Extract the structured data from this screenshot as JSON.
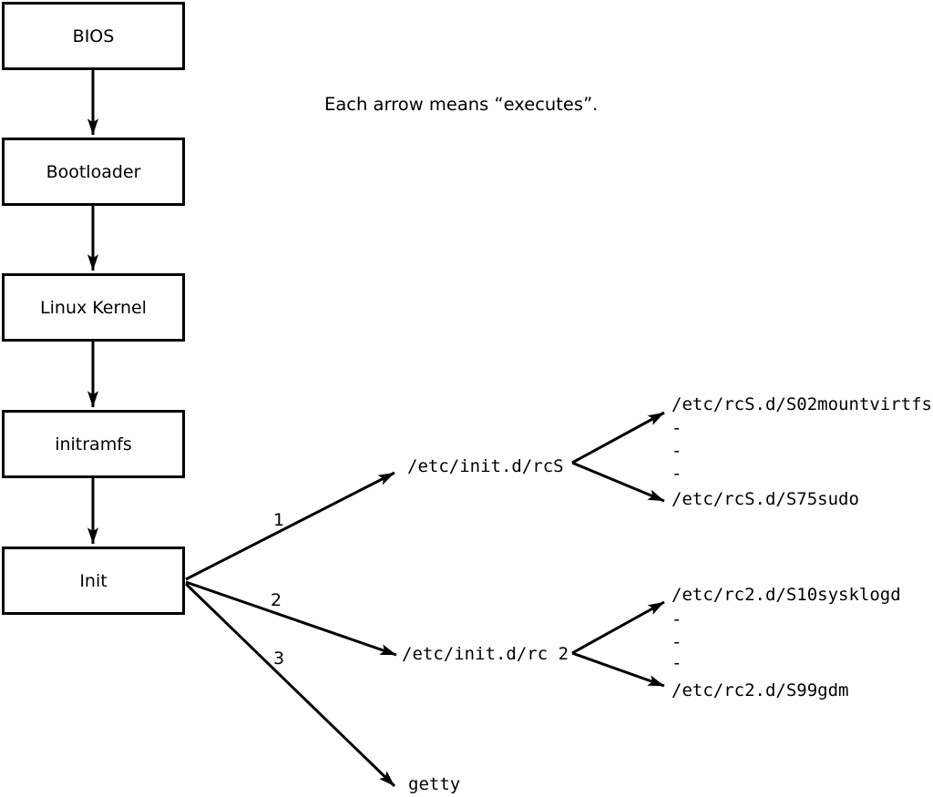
{
  "diagram": {
    "caption": "Each arrow means “executes”.",
    "boot_chain": [
      "BIOS",
      "Bootloader",
      "Linux Kernel",
      "initramfs",
      "Init"
    ],
    "arrow_labels": [
      "1",
      "2",
      "3"
    ],
    "targets": {
      "rcS_script": "/etc/init.d/rcS",
      "rc2_script": "/etc/init.d/rc 2",
      "getty": "getty"
    },
    "rcS_children": [
      "/etc/rcS.d/S02mountvirtfs",
      "-",
      "-",
      "-",
      "/etc/rcS.d/S75sudo"
    ],
    "rc2_children": [
      "/etc/rc2.d/S10sysklogd",
      "-",
      "-",
      "-",
      "/etc/rc2.d/S99gdm"
    ],
    "colors": {
      "line": "#000000",
      "background": "#ffffff",
      "box_fill": "#ffffff"
    }
  }
}
